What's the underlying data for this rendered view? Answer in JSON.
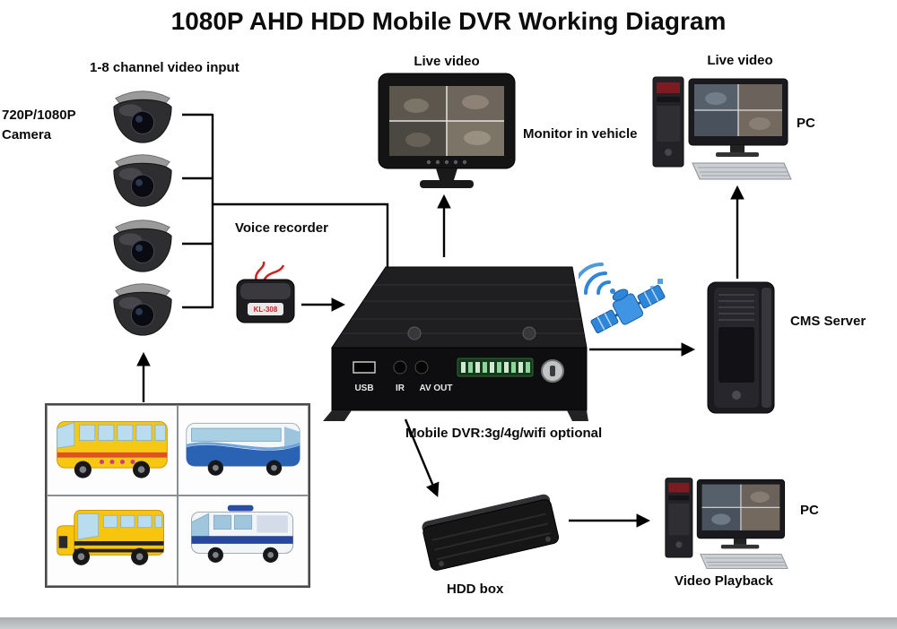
{
  "title": "1080P AHD HDD Mobile DVR Working Diagram",
  "cameras": {
    "heading": "1-8 channel video input",
    "side_label": "720P/1080P Camera"
  },
  "monitor": {
    "heading": "Live video",
    "caption": "Monitor in vehicle"
  },
  "pc_live": {
    "heading": "Live video",
    "label": "PC"
  },
  "voice_recorder": {
    "label": "Voice recorder",
    "device_text": "KL-308"
  },
  "dvr": {
    "caption": "Mobile DVR:3g/4g/wifi optional",
    "port_usb": "USB",
    "port_ir": "IR",
    "port_av": "AV OUT"
  },
  "cms": {
    "label": "CMS Server"
  },
  "hdd": {
    "label": "HDD box"
  },
  "pc_playback": {
    "label": "PC",
    "caption": "Video Playback"
  },
  "colors": {
    "background": "#ffffff",
    "text": "#0a0a0a",
    "arrows": "#000000",
    "satellite_blue": "#2e86d8",
    "bus_yellow": "#f6c713",
    "coach_blue": "#2b63b4",
    "van_stripe_blue": "#27479c",
    "footer_bar": "#b4b8ba"
  }
}
